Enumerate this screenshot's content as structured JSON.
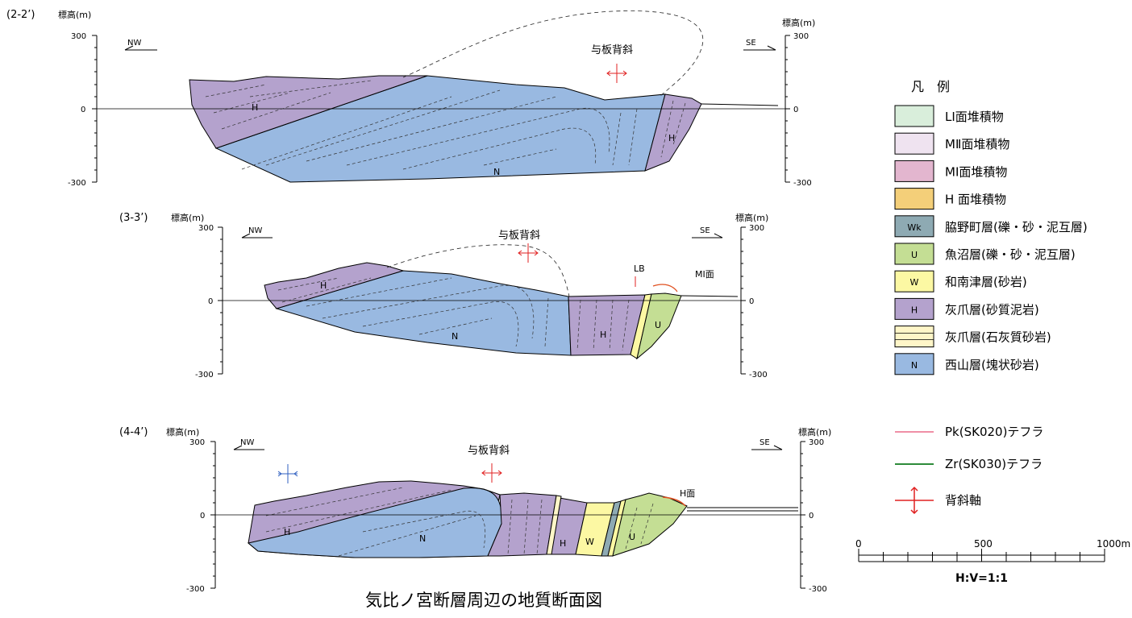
{
  "figure_title": "気比ノ宮断層周辺の地質断面図",
  "elevation_label": "標高(m)",
  "tick_300": "300",
  "tick_0": "0",
  "tick_m300": "-300",
  "dir_nw": "NW",
  "dir_se": "SE",
  "anticline_name": "与板背斜",
  "sections": [
    {
      "id": "(2-2’)"
    },
    {
      "id": "(3-3’)",
      "lb": "LB",
      "mi": "MⅠ面"
    },
    {
      "id": "(4-4’)",
      "h_surface": "H面"
    }
  ],
  "unit_labels": {
    "H": "H",
    "N": "N",
    "U": "U",
    "W": "W"
  },
  "legend": {
    "title": "凡　例",
    "items": [
      {
        "code": "",
        "label": "LⅠ面堆積物",
        "color": "#d9eedb"
      },
      {
        "code": "",
        "label": "MⅡ面堆積物",
        "color": "#efe3f0"
      },
      {
        "code": "",
        "label": "MⅠ面堆積物",
        "color": "#e3b6cf"
      },
      {
        "code": "",
        "label": "H 面堆積物",
        "color": "#f4cf79"
      },
      {
        "code": "Wk",
        "label": "脇野町層(礫・砂・泥互層)",
        "color": "#8eaab3"
      },
      {
        "code": "U",
        "label": "魚沼層(礫・砂・泥互層)",
        "color": "#c4de94"
      },
      {
        "code": "W",
        "label": "和南津層(砂岩)",
        "color": "#fcf8a3"
      },
      {
        "code": "H",
        "label": "灰爪層(砂質泥岩)",
        "color": "#b4a2cd"
      },
      {
        "code": "",
        "label": "灰爪層(石灰質砂岩)",
        "color": "#fff6c8"
      },
      {
        "code": "N",
        "label": "西山層(塊状砂岩)",
        "color": "#99b9e1"
      }
    ],
    "lines": [
      {
        "label": "Pk(SK020)テフラ",
        "color": "#ef8fa6"
      },
      {
        "label": "Zr(SK030)テフラ",
        "color": "#2e8b3a"
      },
      {
        "label": "背斜軸",
        "color": "#e02020"
      }
    ]
  },
  "scale": {
    "start": "0",
    "mid": "500",
    "end": "1000m",
    "ratio": "H:V=1:1"
  }
}
